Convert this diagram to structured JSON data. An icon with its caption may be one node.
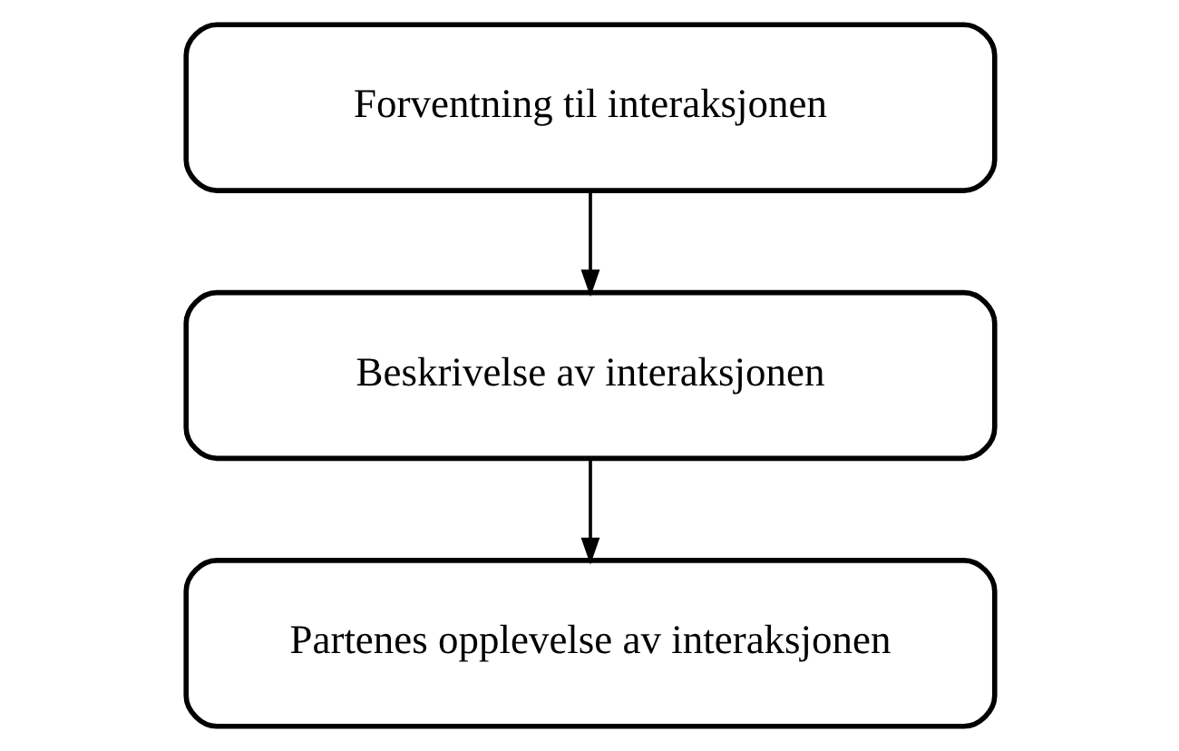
{
  "diagram": {
    "nodes": [
      {
        "text": [
          "Forventning til interaksjonen"
        ]
      },
      {
        "text": [
          "Beskrivelse av interaksjonen"
        ]
      },
      {
        "text": [
          "Partenes opplevelse av interaksjonen"
        ]
      }
    ],
    "edges": [
      {
        "from": 0,
        "to": 1,
        "arrow": "to"
      },
      {
        "from": 1,
        "to": 2,
        "arrow": "to"
      }
    ]
  }
}
